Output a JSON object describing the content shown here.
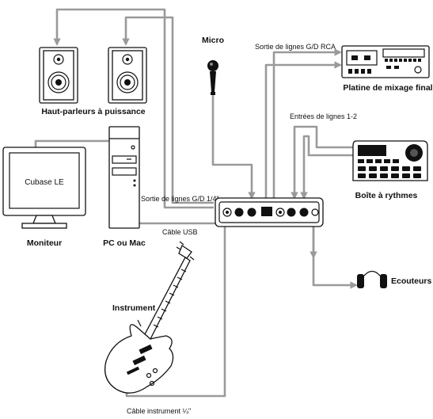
{
  "labels": {
    "micro": "Micro",
    "rca_out": "Sortie de lignes G/D RCA",
    "final_mixer": "Platine de mixage final",
    "speakers": "Haut-parleurs à puissance",
    "line_in": "Entrées de lignes 1-2",
    "drum_machine": "Boîte à rythmes",
    "quarter_out": "Sortie de lignes G/D 1/4\"",
    "usb": "Câble USB",
    "monitor": "Moniteur",
    "pc": "PC ou Mac",
    "headphones": "Ecouteurs",
    "instrument": "Instrument",
    "instrument_cable": "Câble instrument ¼\""
  },
  "screen_logo": "Cubase LE",
  "colors": {
    "cable": "#9a9a9a",
    "ink": "#111111",
    "background": "#ffffff"
  }
}
